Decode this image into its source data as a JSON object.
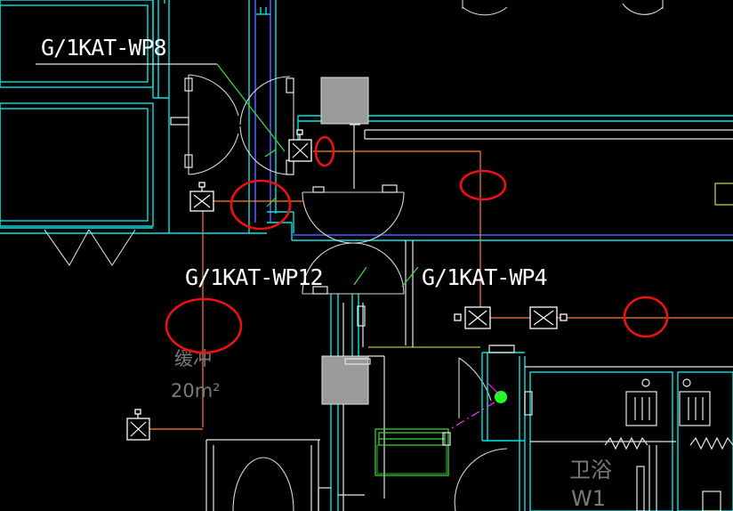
{
  "drawing": {
    "labels": {
      "wp8": "G/1KAT-WP8",
      "wp12": "G/1KAT-WP12",
      "wp4": "G/1KAT-WP4"
    },
    "room_buffer": {
      "name": "缓冲",
      "area": "20m²"
    },
    "room_bath": {
      "name": "卫浴",
      "code": "W1"
    },
    "colors": {
      "background": "#000000",
      "wall": "#00e5e5",
      "duct": "#4a5cff",
      "pipe": "#ff7f3a",
      "leader": "#3be03b",
      "markup": "#ee1111"
    }
  }
}
